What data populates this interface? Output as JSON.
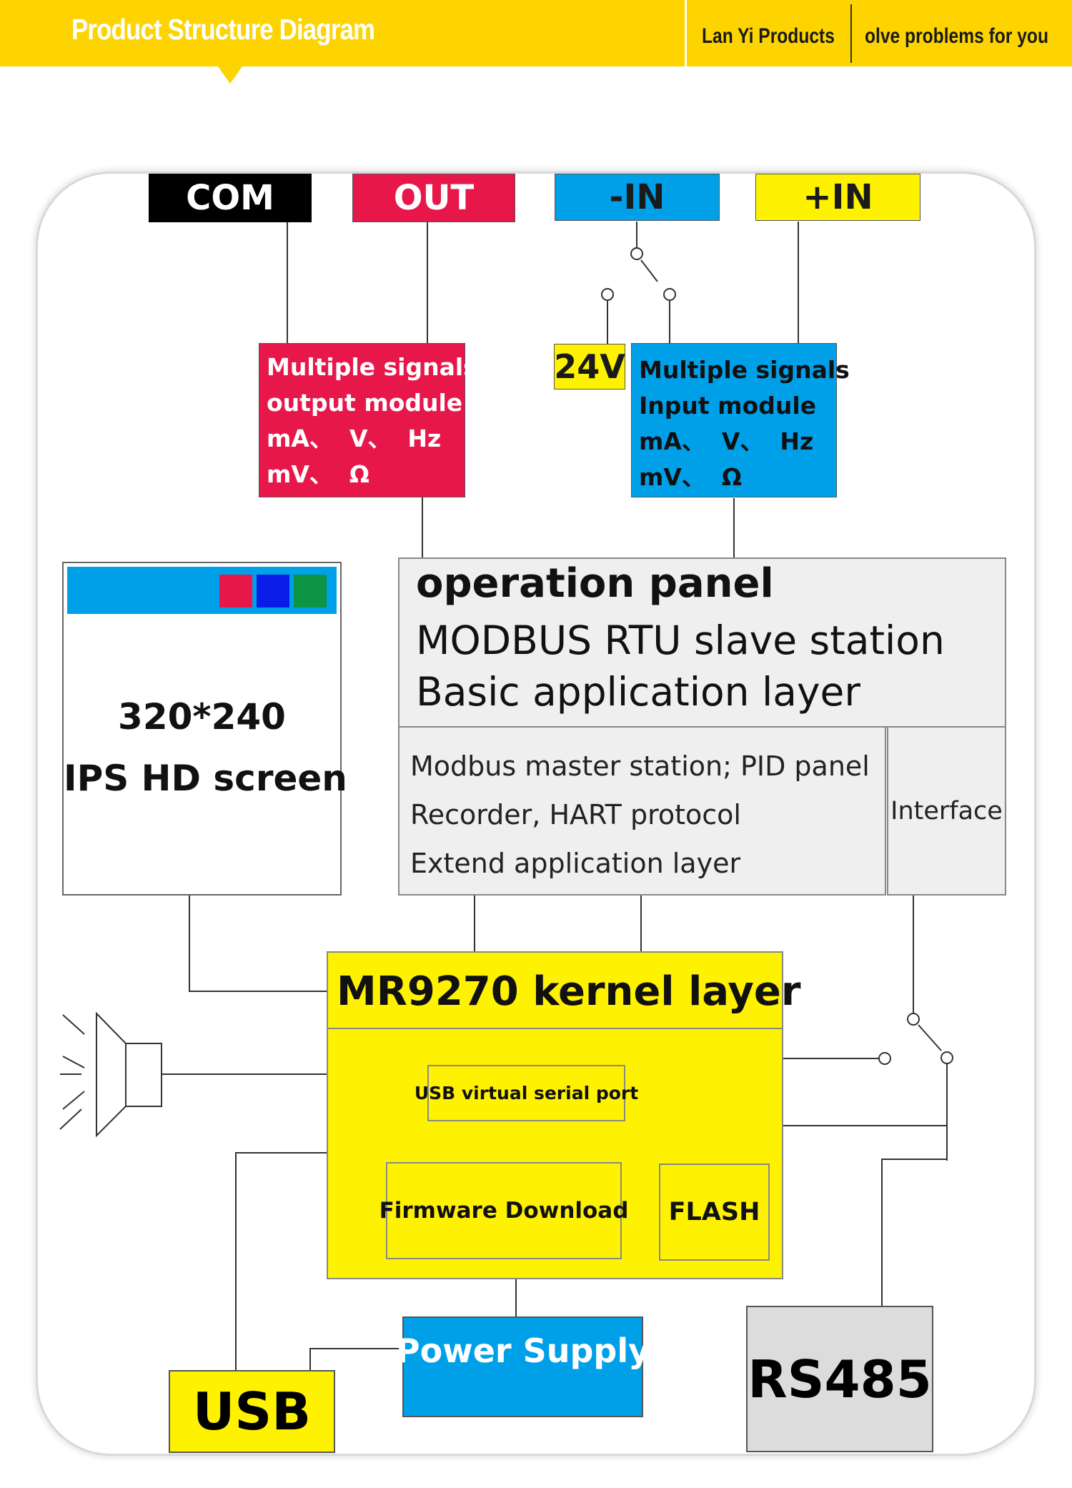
{
  "header": {
    "title": "Product Structure Diagram",
    "brand": "Lan Yi Products",
    "slogan": "olve problems for you"
  },
  "terminals": {
    "com": "COM",
    "out": "OUT",
    "minus_in": "-IN",
    "plus_in": "+IN",
    "v24": "24V"
  },
  "output_module": {
    "lines": [
      "Multiple signals",
      "output module",
      "mA、  V、  Hz",
      "mV、  Ω"
    ]
  },
  "input_module": {
    "lines": [
      "Multiple signals",
      "Input module",
      "mA、  V、  Hz",
      "mV、  Ω"
    ]
  },
  "screen": {
    "resolution": "320*240",
    "label": "IPS HD screen",
    "swatches": [
      "#e8174a",
      "#0a1de8",
      "#0d9546"
    ]
  },
  "operation_panel": {
    "title": "operation panel",
    "line1": "MODBUS RTU slave station",
    "line2": "Basic application layer",
    "ext1": "Modbus master station; PID panel",
    "ext2": "Recorder, HART protocol",
    "ext3": "Extend application layer",
    "interface": "Interface"
  },
  "kernel": {
    "title": "MR9270 kernel layer",
    "usb_serial": "USB virtual serial port",
    "firmware": "Firmware Download",
    "flash": "FLASH"
  },
  "bottom": {
    "power": "Power Supply",
    "usb": "USB",
    "rs485": "RS485"
  },
  "colors": {
    "yellow": "#fff200",
    "header_yellow": "#fdd400",
    "red": "#e8174a",
    "blue": "#00a0e9",
    "black": "#000000",
    "gray": "#dcdcdc"
  }
}
